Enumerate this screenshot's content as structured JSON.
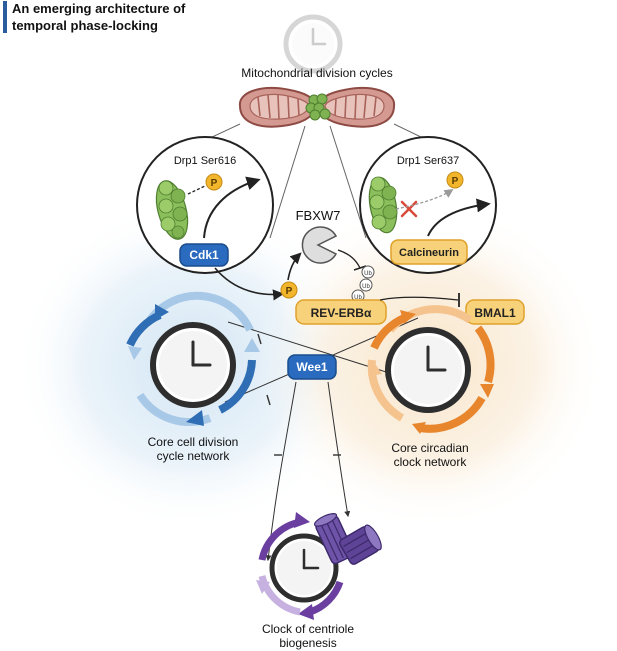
{
  "header": {
    "title_line1": "An emerging architecture of",
    "title_line2": "temporal phase-locking"
  },
  "labels": {
    "mito": "Mitochondrial division cycles",
    "drp1_left": "Drp1 Ser616",
    "drp1_right": "Drp1 Ser637",
    "fbxw7": "FBXW7",
    "cdk1": "Cdk1",
    "calcineurin": "Calcineurin",
    "reverb": "REV-ERBα",
    "bmal1": "BMAL1",
    "wee1": "Wee1",
    "p_symbol": "P",
    "ub_symbol": "Ub",
    "cell_cycle_line1": "Core cell division",
    "cell_cycle_line2": "cycle network",
    "circadian_line1": "Core circadian",
    "circadian_line2": "clock network",
    "centriole_line1": "Clock of centriole",
    "centriole_line2": "biogenesis"
  },
  "colors": {
    "blue": "#2f6eb4",
    "blue_light": "#a8c8e8",
    "orange": "#e8862e",
    "orange_light": "#f5c48e",
    "purple": "#6b3fa0",
    "purple_light": "#c6b1e0",
    "label_fill": "#f7d27a",
    "label_stroke": "#e0a12a",
    "p_fill": "#f2b62c",
    "green": "#8bbf5b"
  },
  "icons": {
    "top_clock": "clock-icon",
    "cell_clock": "clock-icon",
    "circadian_clock": "clock-icon",
    "centriole_clock": "clock-icon",
    "mitochondria": "mitochondria-icon",
    "drp1": "protein-cluster-icon",
    "centriole": "centriole-icon",
    "fbxw7": "pacman-icon",
    "inhibition": "cross-icon"
  }
}
